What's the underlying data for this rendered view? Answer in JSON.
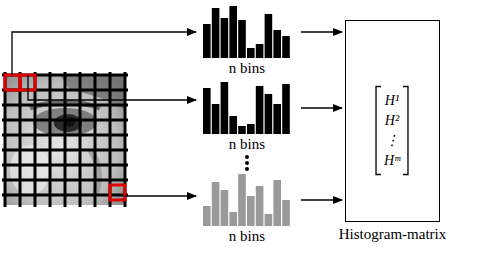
{
  "diagram": {
    "nodes": [
      {
        "text": [
          "n bins"
        ]
      },
      {
        "text": [
          "n bins"
        ]
      },
      {
        "text": [
          "n bins"
        ]
      },
      {
        "text": [
          "Histogram-matrix"
        ]
      }
    ],
    "edges": [
      {
        "from": 0,
        "to": 3,
        "arrow": "to"
      },
      {
        "from": 1,
        "to": 3,
        "arrow": "to"
      },
      {
        "from": 2,
        "to": 3,
        "arrow": "to"
      }
    ],
    "labels": [
      "H¹",
      "H²",
      "⋮",
      "Hᵐ"
    ]
  }
}
